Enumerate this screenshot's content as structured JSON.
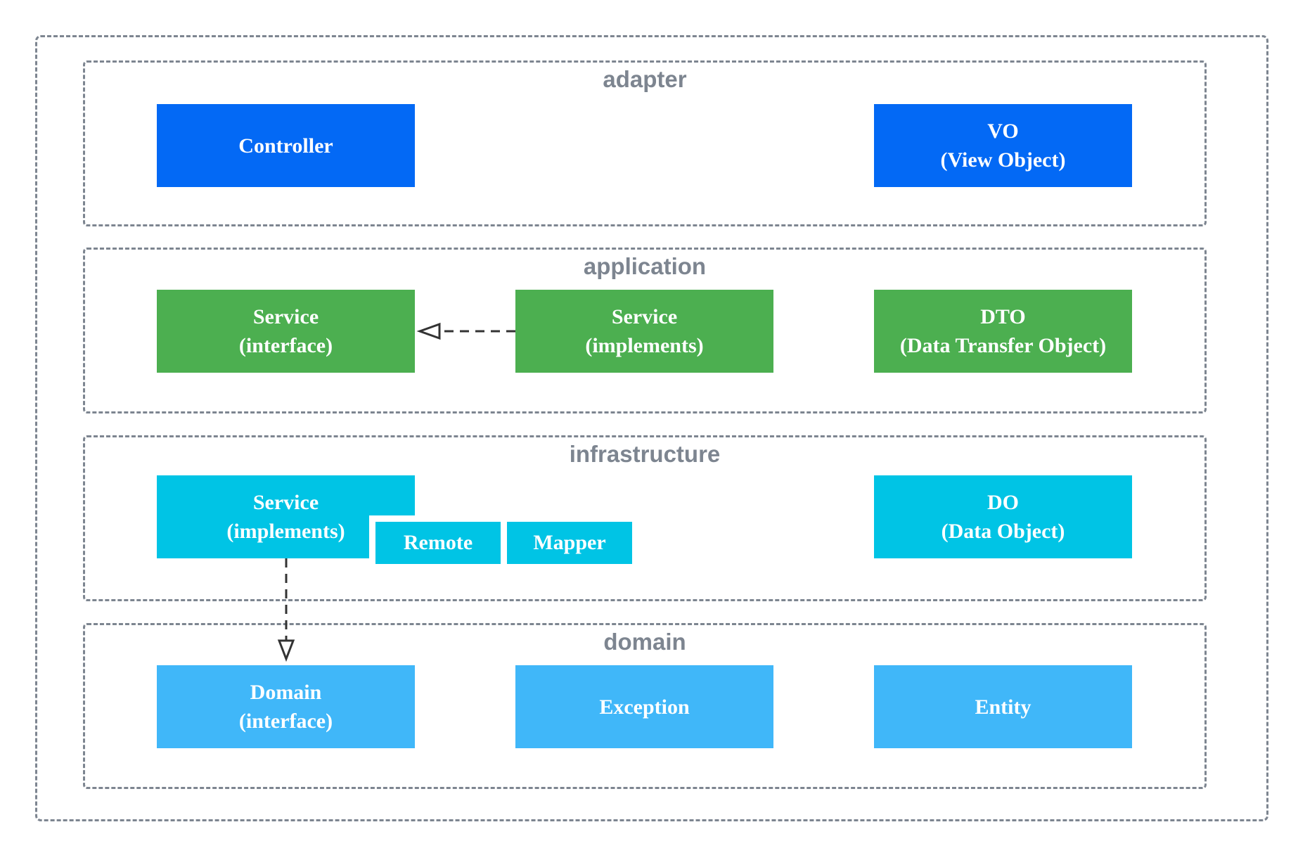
{
  "layers": {
    "adapter": {
      "title": "adapter",
      "boxes": {
        "controller": [
          "Controller"
        ],
        "vo": [
          "VO",
          "(View Object)"
        ]
      }
    },
    "application": {
      "title": "application",
      "boxes": {
        "service_interface": [
          "Service",
          "(interface)"
        ],
        "service_implements": [
          "Service",
          "(implements)"
        ],
        "dto": [
          "DTO",
          "(Data Transfer Object)"
        ]
      }
    },
    "infrastructure": {
      "title": "infrastructure",
      "boxes": {
        "service_implements": [
          "Service",
          "(implements)"
        ],
        "remote": [
          "Remote"
        ],
        "mapper": [
          "Mapper"
        ],
        "do": [
          "DO",
          "(Data Object)"
        ]
      }
    },
    "domain": {
      "title": "domain",
      "boxes": {
        "domain_interface": [
          "Domain",
          "(interface)"
        ],
        "exception": [
          "Exception"
        ],
        "entity": [
          "Entity"
        ]
      }
    }
  },
  "colors": {
    "adapter": "#0369f5",
    "application": "#4caf50",
    "infrastructure": "#00c4e5",
    "domain": "#40b7f9",
    "border": "#7d8590",
    "arrow": "#333333"
  },
  "relations": [
    {
      "from": "application.service_implements",
      "to": "application.service_interface",
      "type": "realization"
    },
    {
      "from": "infrastructure.service_implements",
      "to": "domain.domain_interface",
      "type": "realization"
    }
  ]
}
